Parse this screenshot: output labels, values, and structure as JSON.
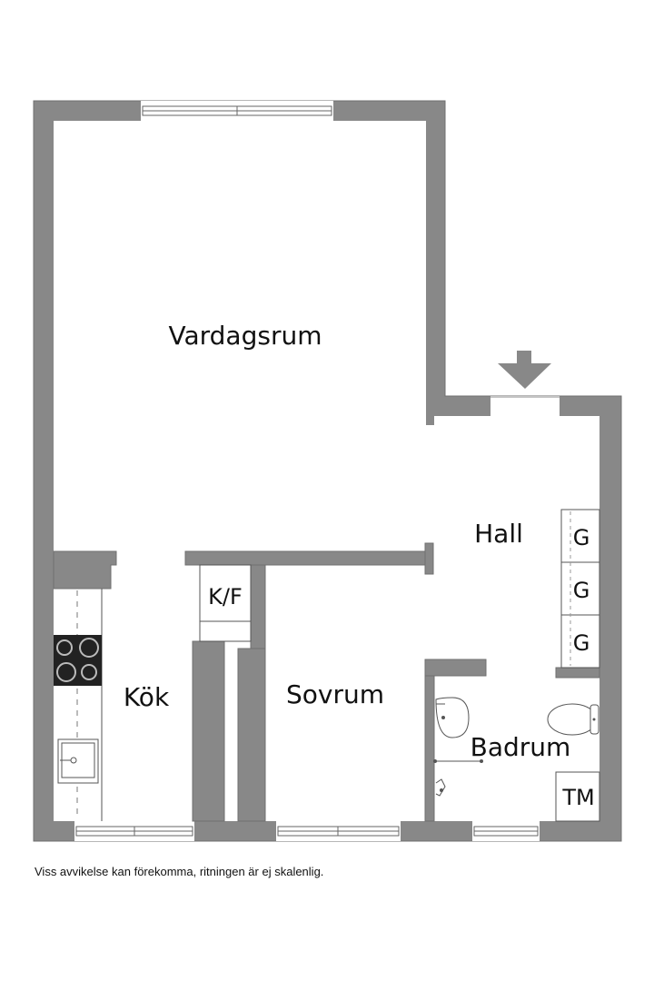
{
  "colors": {
    "wall": "#888888",
    "wall_edge": "#6f6f6f",
    "floor": "#ffffff",
    "fixture_line": "#555555"
  },
  "rooms": {
    "vardagsrum": "Vardagsrum",
    "hall": "Hall",
    "kok": "Kök",
    "sovrum": "Sovrum",
    "badrum": "Badrum"
  },
  "fixtures": {
    "kf": "K/F",
    "wardrobe_1": "G",
    "wardrobe_2": "G",
    "wardrobe_3": "G",
    "tm": "TM"
  },
  "icons": {
    "entrance": "entrance-arrow-icon",
    "stove": "stove-icon",
    "sink": "kitchen-sink-icon",
    "washbasin": "washbasin-icon",
    "toilet": "toilet-icon",
    "shower": "shower-icon"
  },
  "footer": {
    "disclaimer": "Viss avvikelse kan förekomma, ritningen är ej skalenlig."
  }
}
